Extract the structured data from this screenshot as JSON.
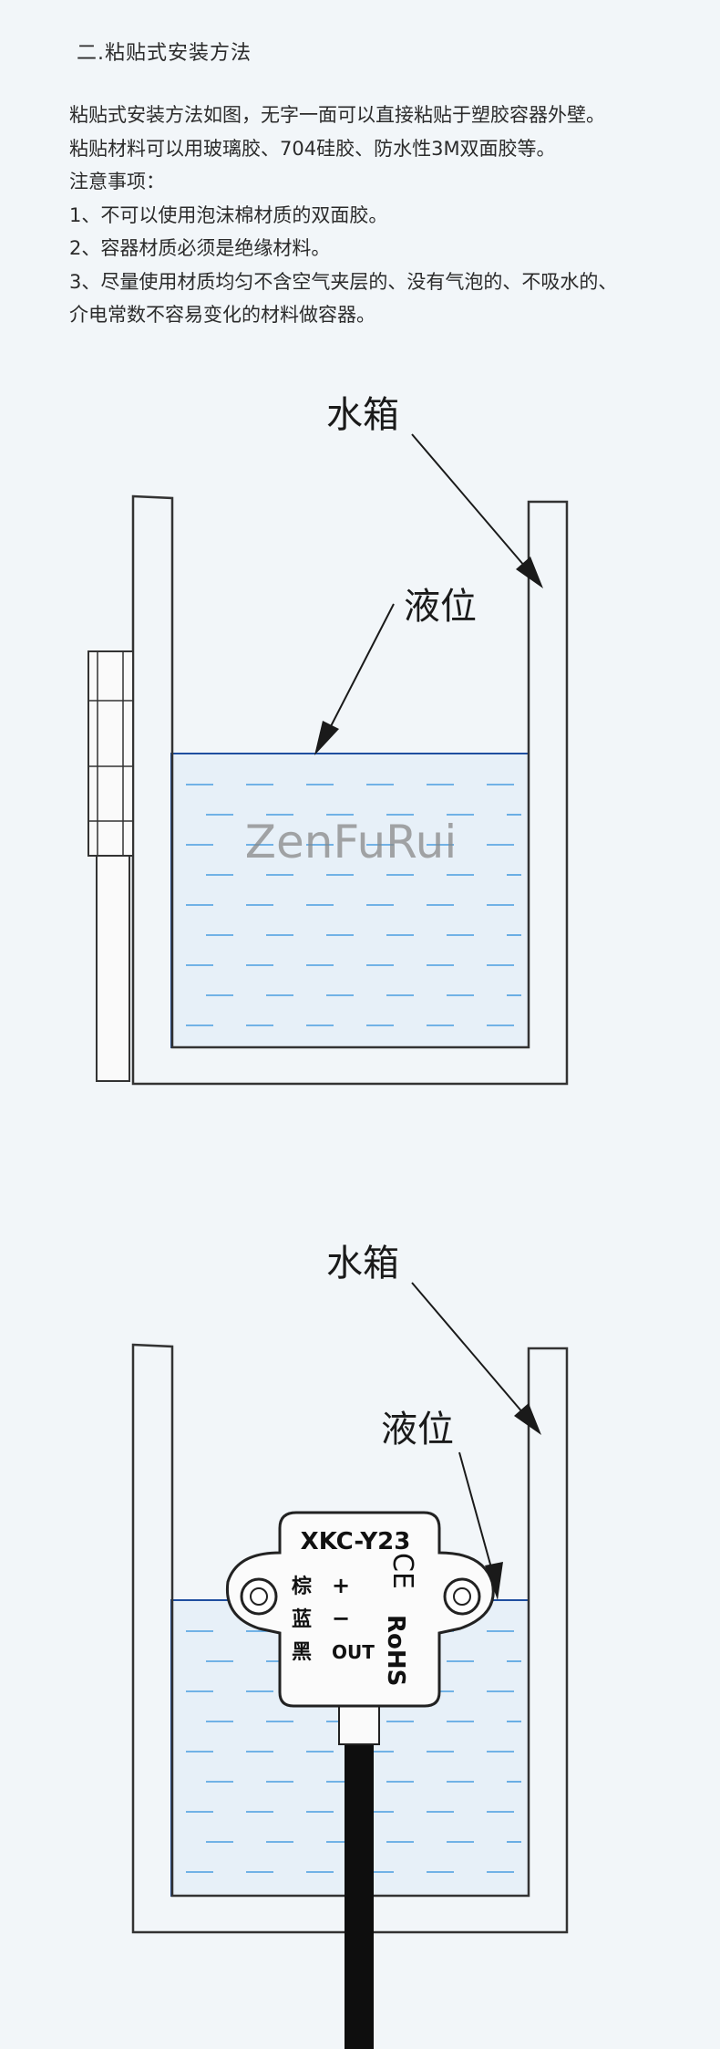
{
  "section": {
    "title": "二.粘贴式安装方法"
  },
  "description": {
    "lines": [
      "粘贴式安装方法如图，无字一面可以直接粘贴于塑胶容器外壁。",
      "粘贴材料可以用玻璃胶、704硅胶、防水性3M双面胶等。",
      "注意事项：",
      "1、不可以使用泡沫棉材质的双面胶。",
      "2、容器材质必须是绝缘材料。",
      "3、尽量使用材质均匀不含空气夹层的、没有气泡的、不吸水的、",
      "介电常数不容易变化的材料做容器。"
    ]
  },
  "figure1": {
    "tank_label": "水箱",
    "level_label": "液位",
    "watermark": "ZenFuRui"
  },
  "figure2": {
    "tank_label": "水箱",
    "level_label": "液位",
    "sensor": {
      "model": "XKC-Y23",
      "wire_colors": [
        "棕",
        "蓝",
        "黑"
      ],
      "wire_signals": [
        "+",
        "−",
        "OUT"
      ],
      "ce_mark": "CE",
      "rohs_mark": "RoHS"
    }
  },
  "colors": {
    "background": "#f2f6f9",
    "water": "#e7f0f8",
    "dash": "#4a9ee0",
    "tank_line": "#333333",
    "water_outline": "#1f4fa0"
  }
}
